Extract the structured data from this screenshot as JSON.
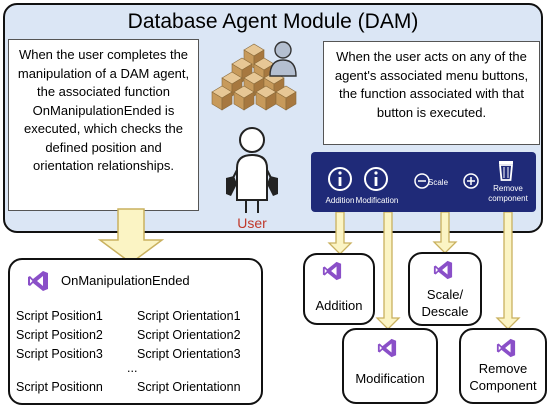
{
  "title": "Database Agent Module (DAM)",
  "left_text": "When the user completes the manipulation of a DAM agent, the associated function OnManipulationEnded is executed, which checks the defined position and orientation relationships.",
  "right_text": "When the user acts on any of the agent's associated menu buttons, the function associated with that button is executed.",
  "user_label": "User",
  "toolbar": {
    "addition": "Addition",
    "modification": "Modification",
    "scale": "Scale",
    "remove_line1": "Remove",
    "remove_line2": "component"
  },
  "manip": {
    "title": "OnManipulationEnded",
    "positions": [
      "Script Position1",
      "Script Position2",
      "Script Position3"
    ],
    "orientations": [
      "Script Orientation1",
      "Script Orientation2",
      "Script Orientation3"
    ],
    "ellipsis": "...",
    "position_n": "Script Positionn",
    "orientation_n": "Script Orientationn"
  },
  "boxes": {
    "addition": "Addition",
    "modification": "Modification",
    "scale_line1": "Scale/",
    "scale_line2": "Descale",
    "remove_line1": "Remove",
    "remove_line2": "Component"
  },
  "colors": {
    "panel": "#dbe6f5",
    "toolbar": "#1f2a78",
    "arrow_fill": "#fbf4c4",
    "arrow_stroke": "#c9b15f",
    "vs_icon": "#8a4fc8",
    "user_label": "#c0392b"
  }
}
